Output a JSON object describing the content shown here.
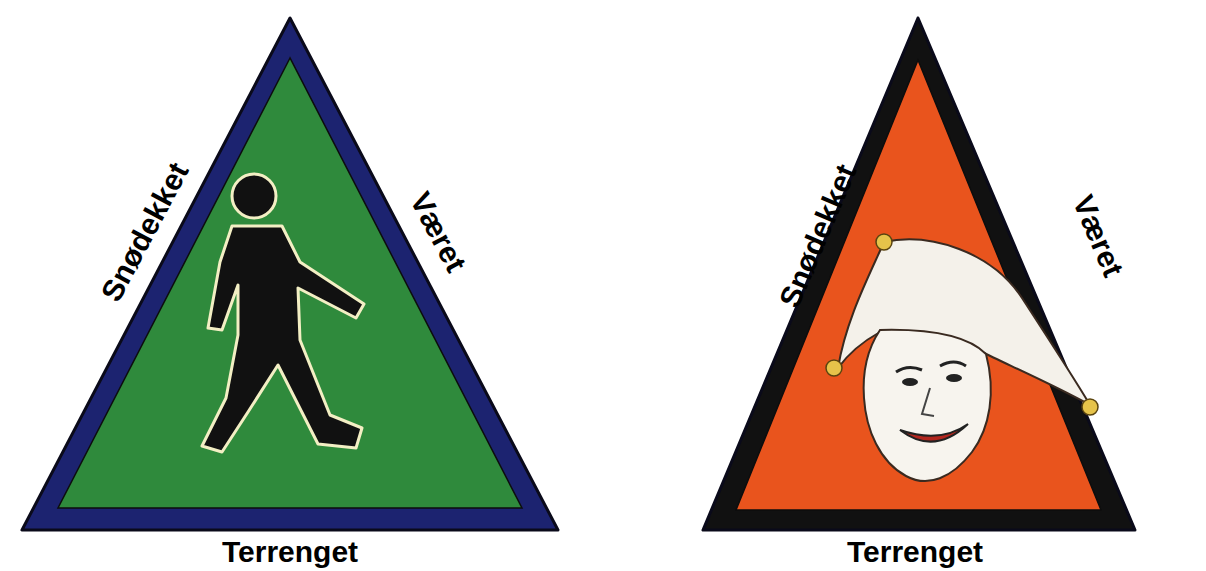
{
  "diagram": {
    "nodes": [
      {
        "text": [
          "Snødekket",
          "Været",
          "Terrenget"
        ]
      },
      {
        "text": [
          "Snødekket",
          "Været",
          "Terrenget"
        ]
      }
    ]
  }
}
